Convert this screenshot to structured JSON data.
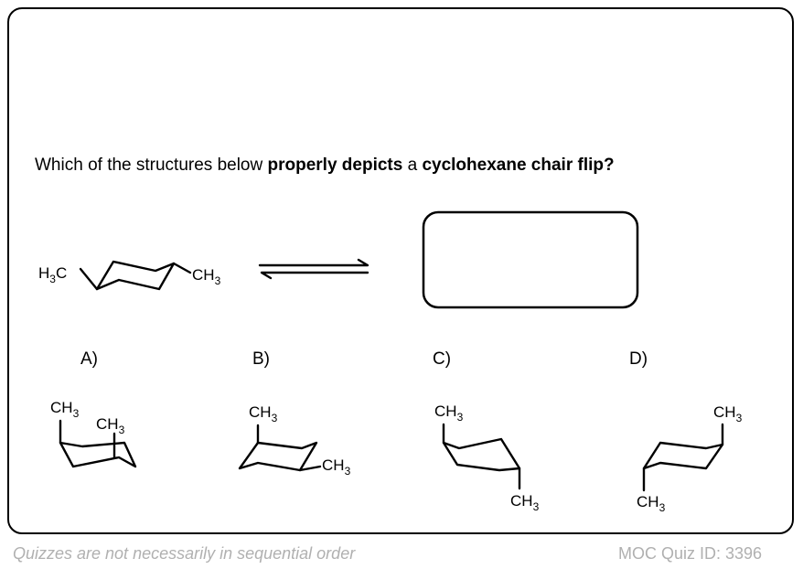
{
  "question": {
    "part1": "Which of the structures below ",
    "bold1": "properly depicts",
    "part2": " a ",
    "bold2": "cyclohexane chair flip?"
  },
  "options": {
    "a": "A)",
    "b": "B)",
    "c": "C)",
    "d": "D)"
  },
  "labels": {
    "ch": "CH",
    "hc_h": "H",
    "hc_c": "C",
    "sub3": "3"
  },
  "footer": {
    "note": "Quizzes are not necessarily in sequential order",
    "quiz_id": "MOC Quiz ID: 3396"
  }
}
